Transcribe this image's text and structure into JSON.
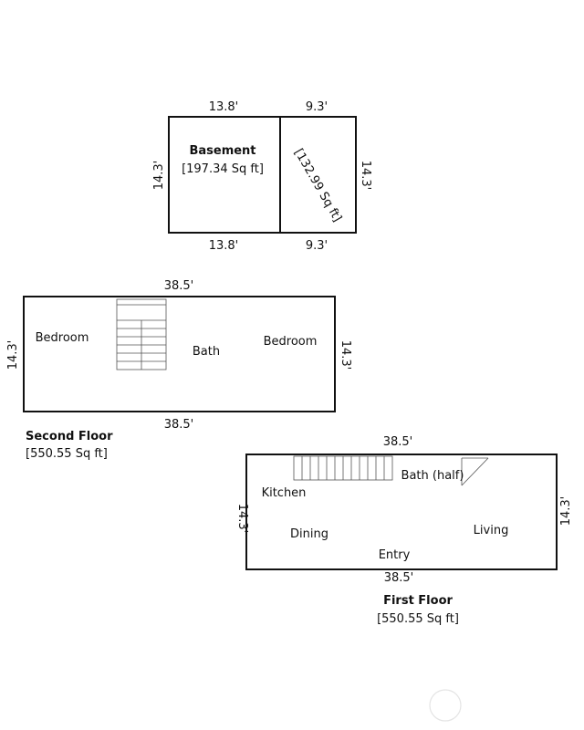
{
  "basement": {
    "title": "Basement",
    "area": "[197.34 Sq ft]",
    "area_rotated": "[132.99 Sq ft]",
    "dim_top_left": "13.8'",
    "dim_top_right": "9.3'",
    "dim_bottom_left": "13.8'",
    "dim_bottom_right": "9.3'",
    "dim_left": "14.3'",
    "dim_right": "14.3'"
  },
  "second_floor": {
    "title": "Second  Floor",
    "area": "[550.55 Sq ft]",
    "dim_top": "38.5'",
    "dim_bottom": "38.5'",
    "dim_left": "14.3'",
    "dim_right": "14.3'",
    "rooms": [
      "Bedroom",
      "Bath",
      "Bedroom"
    ]
  },
  "first_floor": {
    "title": "First Floor",
    "area": "[550.55 Sq ft]",
    "dim_top": "38.5'",
    "dim_bottom": "38.5'",
    "dim_left": "14.3'",
    "dim_right": "14.3'",
    "rooms": [
      "Bath (half)",
      "Kitchen",
      "Dining",
      "Living",
      "Entry"
    ]
  }
}
